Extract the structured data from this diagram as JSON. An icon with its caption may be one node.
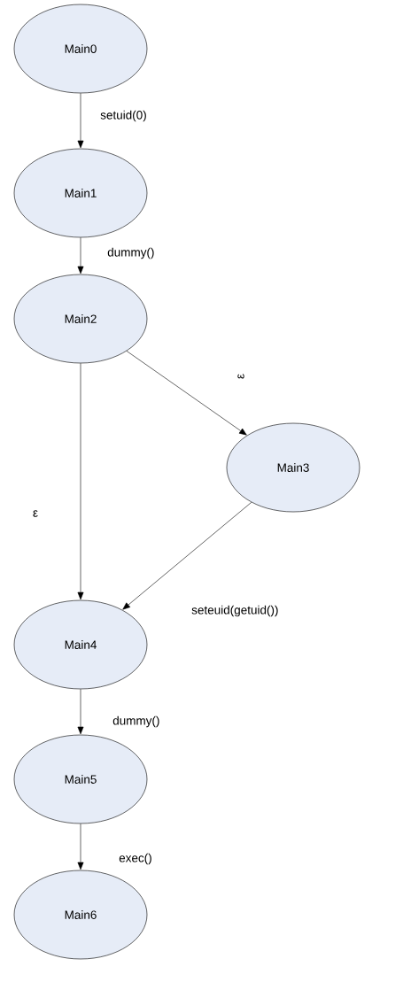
{
  "diagram": {
    "nodes": [
      {
        "text": [
          "Main0"
        ]
      },
      {
        "text": [
          "Main1"
        ]
      },
      {
        "text": [
          "Main2"
        ]
      },
      {
        "text": [
          "Main3"
        ]
      },
      {
        "text": [
          "Main4"
        ]
      },
      {
        "text": [
          "Main5"
        ]
      },
      {
        "text": [
          "Main6"
        ]
      }
    ],
    "edges": [
      {
        "from": 0,
        "to": 1,
        "arrow": "to",
        "label": "setuid(0)"
      },
      {
        "from": 1,
        "to": 2,
        "arrow": "to",
        "label": "dummy()"
      },
      {
        "from": 2,
        "to": 3,
        "arrow": "to",
        "label": "ε"
      },
      {
        "from": 2,
        "to": 4,
        "arrow": "to",
        "label": "ε"
      },
      {
        "from": 3,
        "to": 4,
        "arrow": "to",
        "label": "seteuid(getuid())"
      },
      {
        "from": 4,
        "to": 5,
        "arrow": "to",
        "label": "dummy()"
      },
      {
        "from": 5,
        "to": 6,
        "arrow": "to",
        "label": "exec()"
      }
    ]
  }
}
